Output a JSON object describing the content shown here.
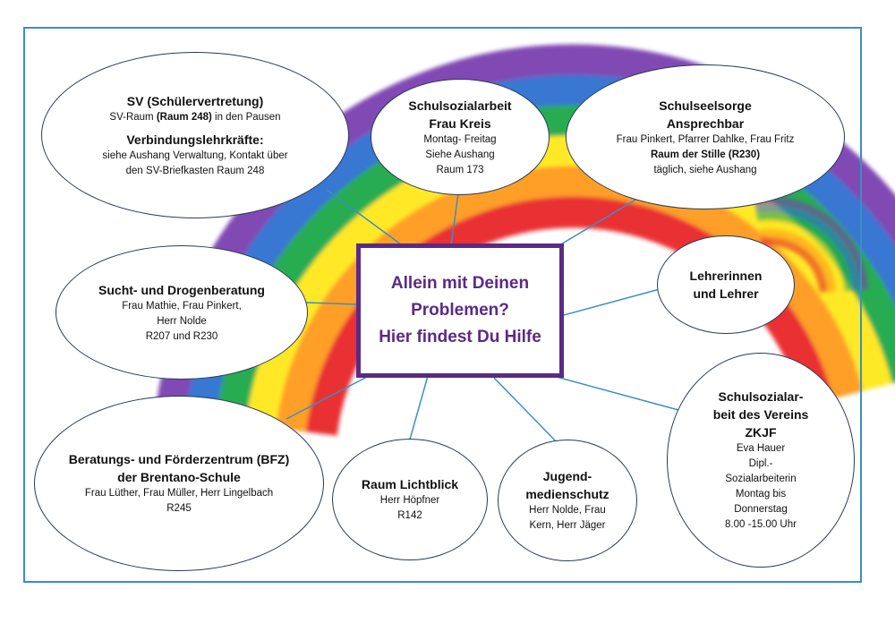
{
  "center": {
    "lines": [
      "Allein mit Deinen",
      "Problemen?",
      "Hier findest Du Hilfe"
    ],
    "color": "#5b2a86"
  },
  "nodes": {
    "sv": {
      "title": "SV (Schülervertretung)",
      "line1_pre": "SV-Raum ",
      "line1_bold": "(Raum 248)",
      "line1_post": " in den Pausen",
      "subtitle": "Verbindungslehrkräfte:",
      "line2": "siehe Aushang Verwaltung, Kontakt über",
      "line3": "den SV-Briefkasten Raum 248"
    },
    "schulsozialarbeit": {
      "title1": "Schulsozialarbeit",
      "title2": "Frau Kreis",
      "lines": [
        "Montag- Freitag",
        "Siehe Aushang",
        "Raum 173"
      ]
    },
    "seelsorge": {
      "title1": "Schulseelsorge",
      "title2": "Ansprechbar",
      "line1": "Frau Pinkert, Pfarrer Dahlke, Frau Fritz",
      "line2": "Raum der Stille (R230)",
      "line3": "täglich, siehe Aushang"
    },
    "lehrer": {
      "title1": "Lehrerinnen",
      "title2": "und Lehrer"
    },
    "sucht": {
      "title": "Sucht- und Drogenberatung",
      "lines": [
        "Frau Mathie, Frau Pinkert,",
        "Herr Nolde",
        "R207 und R230"
      ]
    },
    "bfz": {
      "title1": "Beratungs- und Förderzentrum (BFZ)",
      "title2": "der Brentano-Schule",
      "lines": [
        "Frau Lüther, Frau Müller, Herr Lingelbach",
        "R245"
      ]
    },
    "lichtblick": {
      "title": "Raum Lichtblick",
      "lines": [
        "Herr Höpfner",
        "R142"
      ]
    },
    "jugend": {
      "title1": "Jugend-",
      "title2": "medienschutz",
      "lines": [
        "Herr Nolde, Frau",
        "Kern, Herr Jäger"
      ]
    },
    "zkjf": {
      "title1": "Schulsozialar-",
      "title2": "beit des Vereins",
      "title3": "ZKJF",
      "lines": [
        "Eva Hauer",
        "Dipl.-",
        "Sozialarbeiterin",
        "Montag bis",
        "Donnerstag",
        "8.00 -15.00 Uhr"
      ]
    }
  },
  "colors": {
    "frame": "#3a8fc4",
    "connector": "#3a8fc4",
    "rainbow": [
      "#7a3fb0",
      "#2f6fd0",
      "#1fa84a",
      "#ffe81a",
      "#ff9a1e",
      "#e8262a"
    ]
  }
}
